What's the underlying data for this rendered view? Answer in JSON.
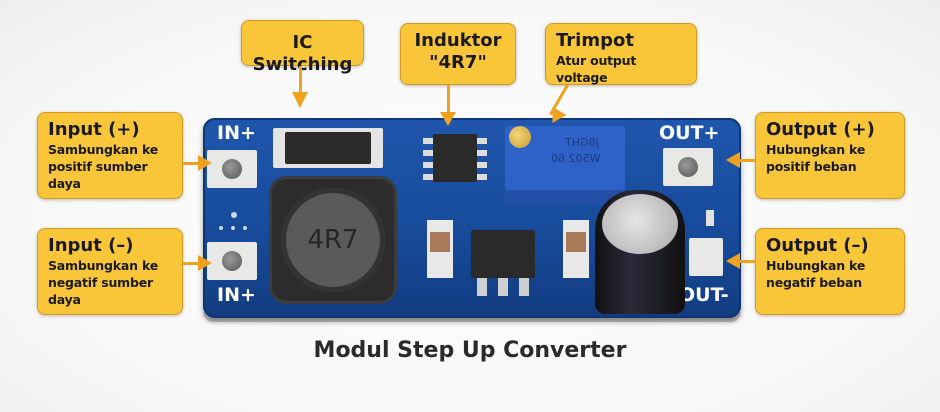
{
  "title": "Modul Step Up Converter",
  "board": {
    "silkscreen": {
      "in_plus": "IN+",
      "in_minus": "IN+",
      "out_plus": "OUT+",
      "out_minus": "OUT-"
    },
    "inductor_marking": "4R7",
    "trimpot_marking": [
      "J8GHT",
      "W502 60"
    ]
  },
  "callouts": {
    "ic_switching": {
      "title": "IC Switching"
    },
    "induktor": {
      "title": "Induktor",
      "subtitle": "\"4R7\""
    },
    "trimpot": {
      "title": "Trimpot",
      "subtitle": "Atur output voltage"
    },
    "input_plus": {
      "title": "Input (+)",
      "lines": [
        "Sambungkan ke",
        "positif sumber daya"
      ]
    },
    "input_minus": {
      "title": "Input (–)",
      "lines": [
        "Sambungkan ke",
        "negatif sumber daya"
      ]
    },
    "output_plus": {
      "title": "Output (+)",
      "lines": [
        "Hubungkan ke",
        "positif beban"
      ]
    },
    "output_minus": {
      "title": "Output (–)",
      "lines": [
        "Hubungkan ke",
        "negatif beban"
      ]
    }
  },
  "colors": {
    "callout_fill": "#f9c63a",
    "callout_border": "#d49a1e",
    "arrow": "#f0a21e",
    "pcb": "#1f57ad"
  }
}
